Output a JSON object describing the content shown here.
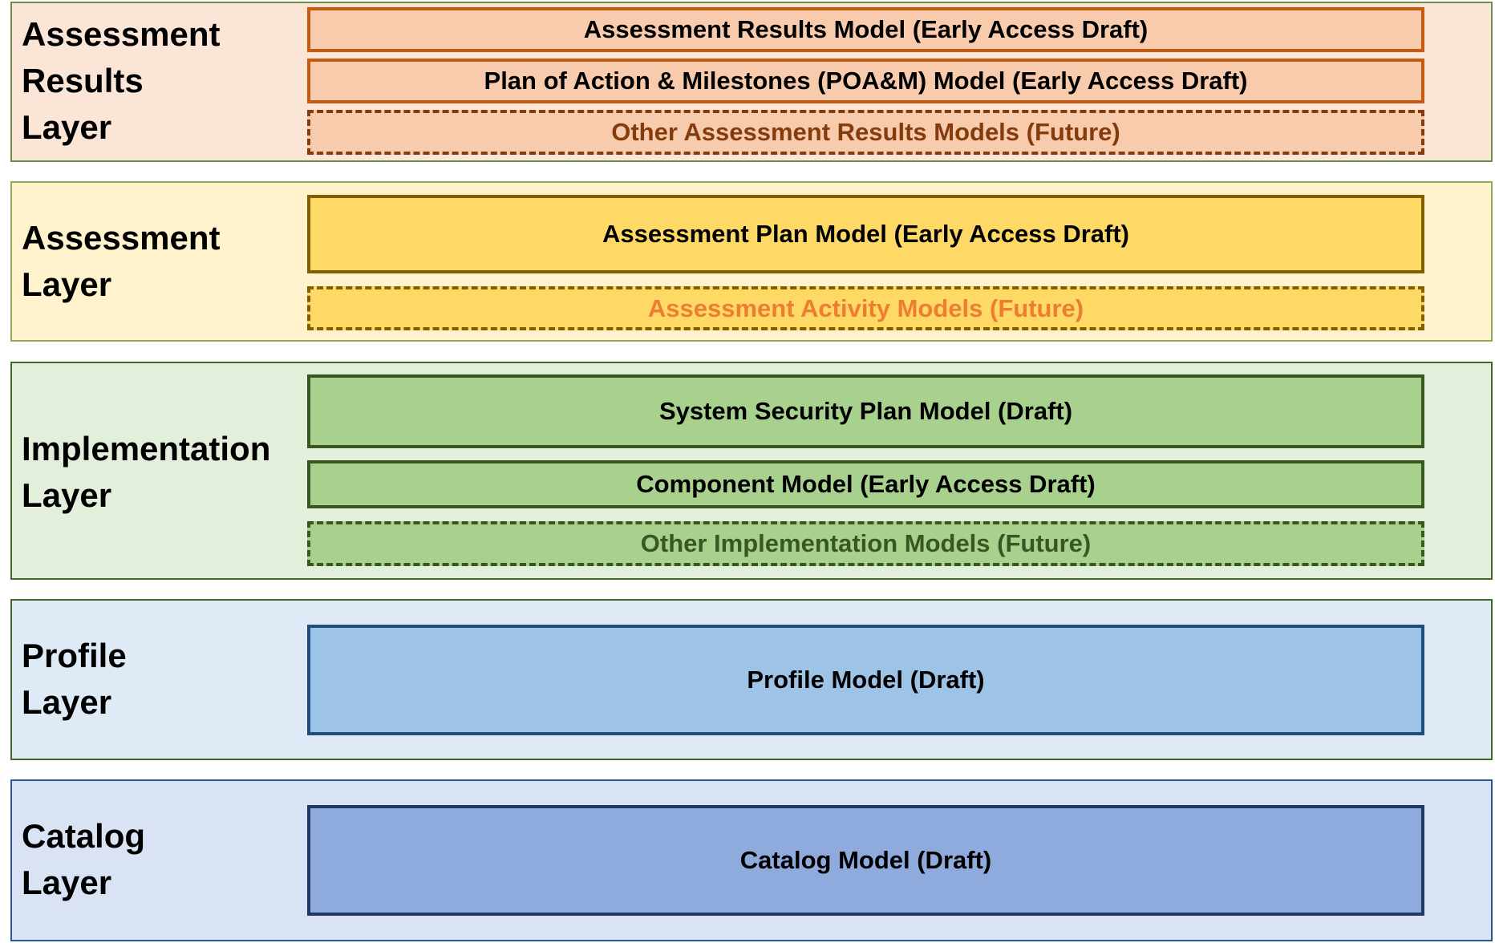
{
  "layers": {
    "assessment_results": {
      "label": "Assessment\nResults\nLayer",
      "models": [
        "Assessment Results Model (Early Access Draft)",
        "Plan of Action & Milestones (POA&M) Model (Early Access Draft)",
        "Other Assessment Results Models (Future)"
      ]
    },
    "assessment": {
      "label": "Assessment\nLayer",
      "models": [
        "Assessment Plan Model (Early Access Draft)",
        "Assessment Activity Models (Future)"
      ]
    },
    "implementation": {
      "label": "Implementation\nLayer",
      "models": [
        "System Security Plan Model (Draft)",
        "Component Model (Early Access Draft)",
        "Other Implementation Models (Future)"
      ]
    },
    "profile": {
      "label": "Profile\nLayer",
      "models": [
        "Profile Model (Draft)"
      ]
    },
    "catalog": {
      "label": "Catalog\nLayer",
      "models": [
        "Catalog Model (Draft)"
      ]
    }
  },
  "colors": {
    "assessment_results_bg": "#fbe5d6",
    "assessment_bg": "#fff2cc",
    "implementation_bg": "#e2efda",
    "profile_bg": "#deebf7",
    "catalog_bg": "#dae3f3",
    "future_model_border_style": "dashed"
  }
}
